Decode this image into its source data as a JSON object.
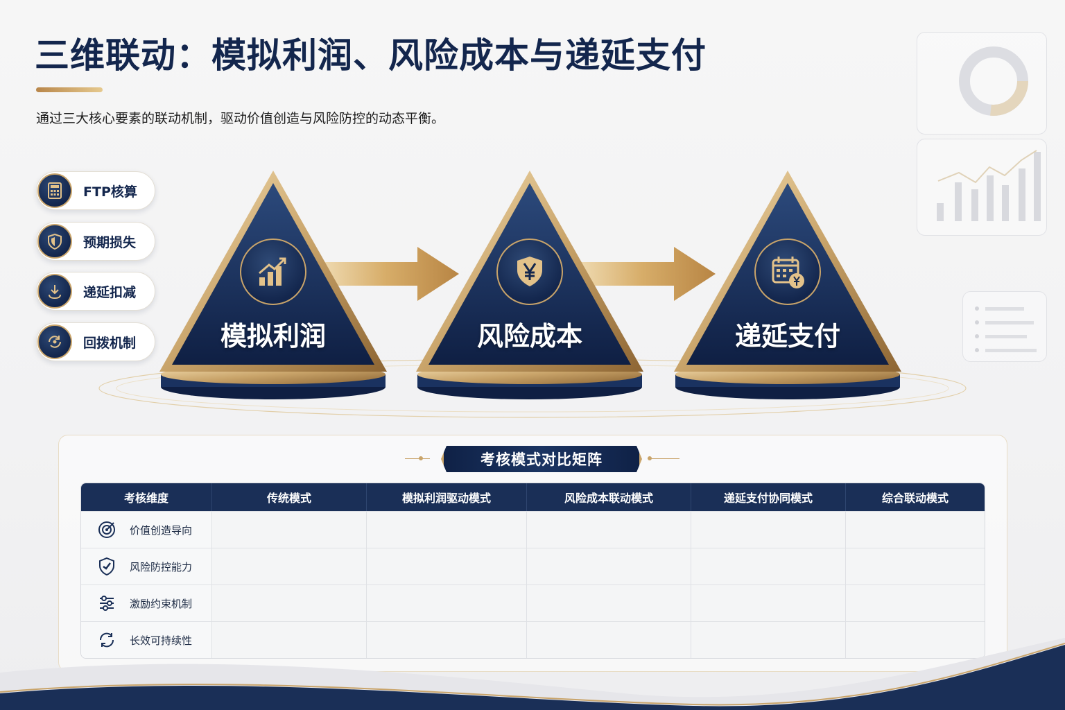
{
  "header": {
    "title": "三维联动：模拟利润、风险成本与递延支付",
    "subtitle": "通过三大核心要素的联动机制，驱动价值创造与风险防控的动态平衡。"
  },
  "side_menu": {
    "items": [
      {
        "label": "FTP核算",
        "icon": "calculator-icon"
      },
      {
        "label": "预期损失",
        "icon": "shield-icon"
      },
      {
        "label": "递延扣减",
        "icon": "download-arrow-icon"
      },
      {
        "label": "回拨机制",
        "icon": "cycle-icon"
      }
    ]
  },
  "flow": {
    "steps": [
      {
        "label": "模拟利润",
        "icon": "growth-chart-icon"
      },
      {
        "label": "风险成本",
        "icon": "yen-shield-icon"
      },
      {
        "label": "递延支付",
        "icon": "calendar-coin-icon"
      }
    ]
  },
  "matrix": {
    "title": "考核模式对比矩阵",
    "columns": [
      "考核维度",
      "传统模式",
      "模拟利润驱动模式",
      "风险成本联动模式",
      "递延支付协同模式",
      "综合联动模式"
    ],
    "rows": [
      {
        "label": "价值创造导向",
        "icon": "target-icon"
      },
      {
        "label": "风险防控能力",
        "icon": "shield-check-icon"
      },
      {
        "label": "激励约束机制",
        "icon": "sliders-icon"
      },
      {
        "label": "长效可持续性",
        "icon": "refresh-icon"
      }
    ]
  },
  "colors": {
    "navy": "#13264d",
    "gold": "#c9a46a",
    "background": "#f4f4f5"
  }
}
